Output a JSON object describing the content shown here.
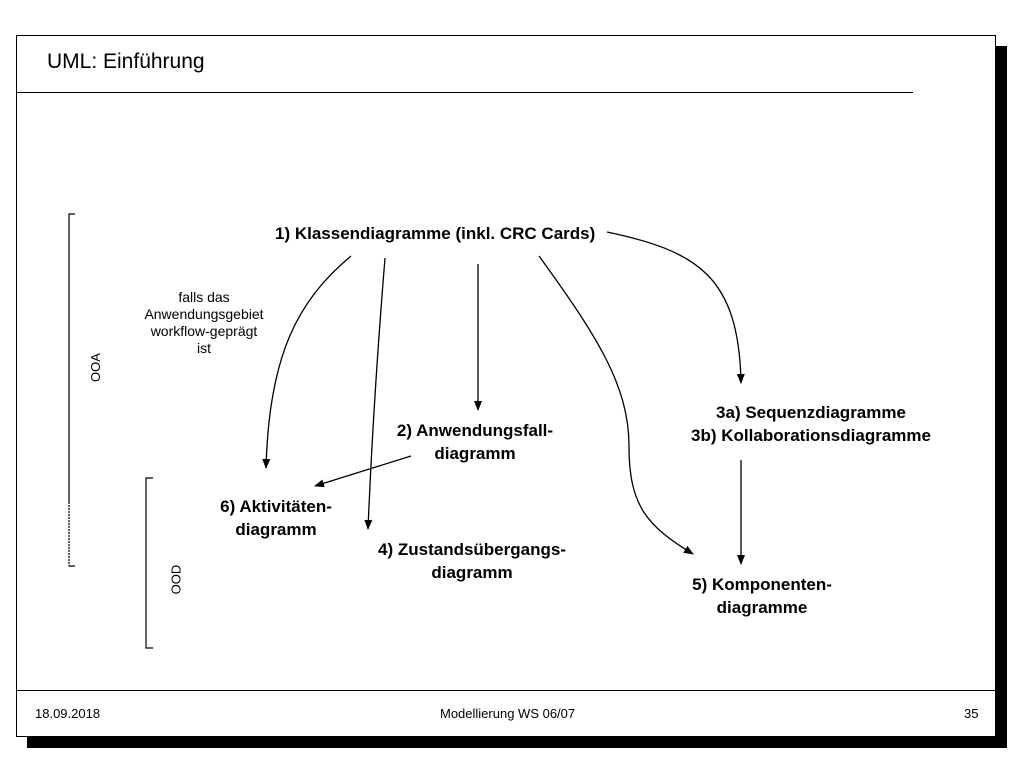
{
  "slide": {
    "title": "UML: Einführung",
    "footer": {
      "date": "18.09.2018",
      "course": "Modellierung WS 06/07",
      "page": "35"
    }
  },
  "diagram": {
    "nodes": {
      "klassen": "1) Klassendiagramme (inkl. CRC Cards)",
      "anwendungsfall_l1": "2) Anwendungsfall-",
      "anwendungsfall_l2": "diagramm",
      "sequenz_l1": "3a) Sequenzdiagramme",
      "sequenz_l2": "3b) Kollaborationsdiagramme",
      "zustand_l1": "4) Zustandsübergangs-",
      "zustand_l2": "diagramm",
      "komponenten_l1": "5) Komponenten-",
      "komponenten_l2": "diagramme",
      "aktivitaeten_l1": "6) Aktivitäten-",
      "aktivitaeten_l2": "diagramm"
    },
    "note": {
      "l1": "falls das",
      "l2": "Anwendungsgebiet",
      "l3": "workflow-geprägt",
      "l4": "ist"
    },
    "brackets": {
      "ooa": "OOA",
      "ood": "OOD"
    }
  }
}
